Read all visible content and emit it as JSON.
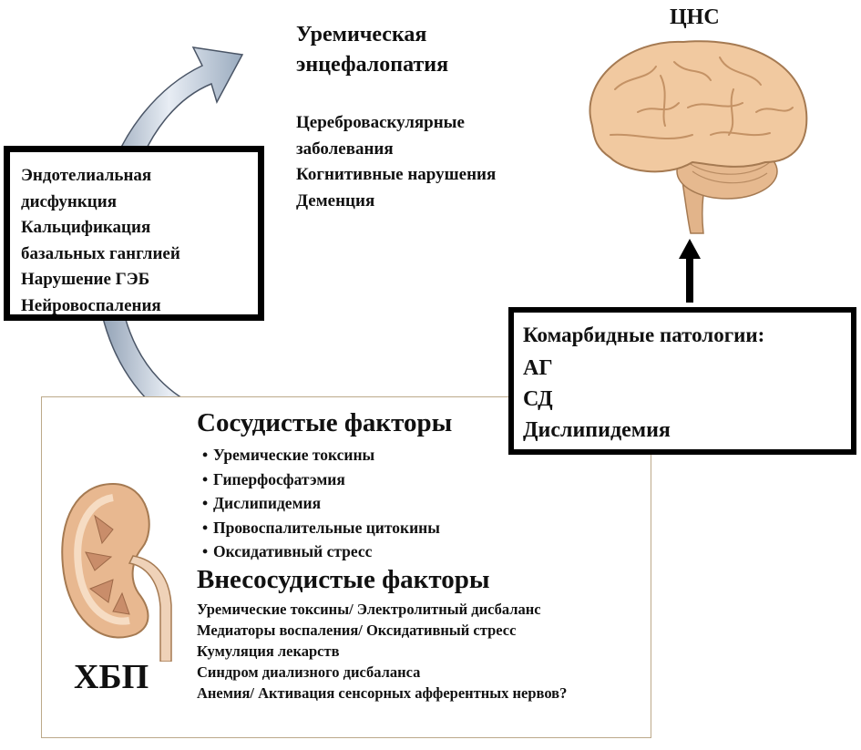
{
  "top": {
    "uremic_title_line1": "Уремическая",
    "uremic_title_line2": "энцефалопатия",
    "cns_items": [
      "Цереброваскулярные",
      "заболевания",
      "Когнитивные нарушения",
      "Деменция"
    ],
    "cns_label": "ЦНС"
  },
  "mechanisms": {
    "items": [
      "Эндотелиальная",
      "дисфункция",
      "Кальцификация",
      "базальных ганглией",
      "Нарушение ГЭБ",
      "Нейровоспаления"
    ]
  },
  "comorbid": {
    "title": "Комарбидные патологии:",
    "items": [
      "АГ",
      "СД",
      "Дислипидемия"
    ]
  },
  "ckd": {
    "label": "ХБП",
    "vascular_title": "Сосудистые факторы",
    "vascular_items": [
      "Уремические токсины",
      "Гиперфосфатэмия",
      "Дислипидемия",
      "Провоспалительные цитокины",
      "Оксидативный стресс"
    ],
    "bullet": "•",
    "extra_title": "Внесосудистые факторы",
    "extra_items": [
      "Уремические токсины/ Электролитный дисбаланс",
      "Медиаторы воспаления/ Оксидативный стресс",
      "Кумуляция лекарств",
      "Синдром диализного дисбаланса",
      "Анемия/ Активация сенсорных афферентных нервов?"
    ]
  },
  "colors": {
    "arrow_fill_light": "#eef1f6",
    "arrow_fill_dark": "#8a9bb0",
    "brain": "#f1c9a0",
    "brain_shadow": "#d9a676",
    "kidney": "#e8b890",
    "border": "#000000"
  }
}
